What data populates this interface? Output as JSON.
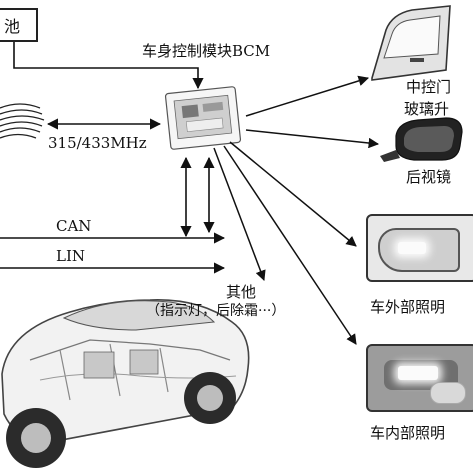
{
  "battery": {
    "label": "池"
  },
  "bcm": {
    "label": "车身控制模块BCM"
  },
  "rf": {
    "label": "315/433MHz"
  },
  "buses": {
    "can": "CAN",
    "lin": "LIN"
  },
  "other": {
    "label": "其他",
    "note": "（指示灯，后除霜···）"
  },
  "outputs": {
    "door": {
      "line1": "中控门",
      "line2": "玻璃升"
    },
    "mirror": {
      "label": "后视镜"
    },
    "exterior_light": {
      "label": "车外部照明"
    },
    "interior_light": {
      "label": "车内部照明"
    }
  }
}
